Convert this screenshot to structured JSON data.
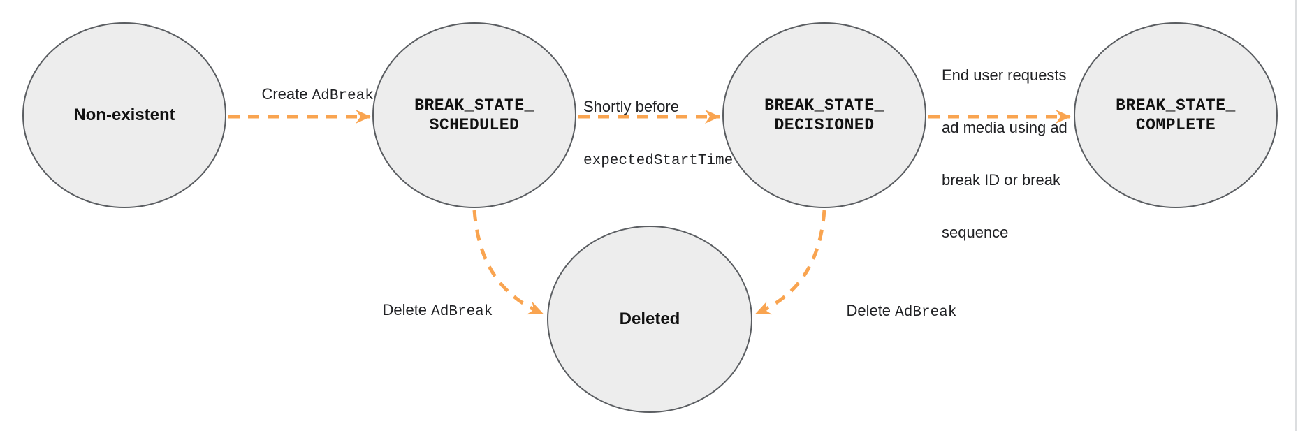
{
  "diagram": {
    "title": "Ad break state transition diagram",
    "colors": {
      "node_fill": "#ededed",
      "node_border": "#5a5d61",
      "arrow_orange": "#F9A450",
      "text": "#202124",
      "page_edge": "#dcdee0"
    },
    "nodes": {
      "non_existent": {
        "label": "Non-existent"
      },
      "scheduled": {
        "line1": "BREAK_STATE_",
        "line2": "SCHEDULED"
      },
      "decisioned": {
        "line1": "BREAK_STATE_",
        "line2": "DECISIONED"
      },
      "complete": {
        "line1": "BREAK_STATE_",
        "line2": "COMPLETE"
      },
      "deleted": {
        "label": "Deleted"
      }
    },
    "transitions": {
      "create": {
        "prefix": "Create ",
        "code": "AdBreak"
      },
      "shortly_before": {
        "line1": "Shortly before",
        "code": "expectedStartTime"
      },
      "end_user": {
        "line1": "End user requests",
        "line2": "ad media using ad",
        "line3": "break ID or break",
        "line4": "sequence"
      },
      "delete_left": {
        "prefix": "Delete ",
        "code": "AdBreak"
      },
      "delete_right": {
        "prefix": "Delete ",
        "code": "AdBreak"
      }
    }
  }
}
